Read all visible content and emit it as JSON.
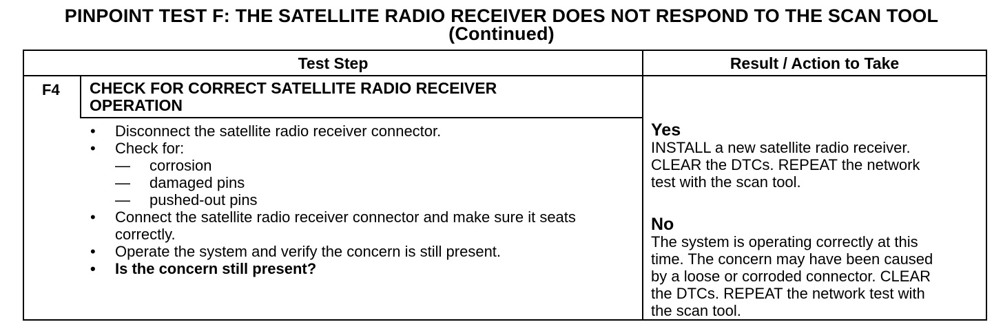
{
  "title": {
    "line1": "PINPOINT TEST  F: THE SATELLITE RADIO RECEIVER DOES NOT RESPOND TO THE SCAN TOOL",
    "line2": "(Continued)"
  },
  "table": {
    "headers": {
      "test_step": "Test Step",
      "result": "Result / Action to Take"
    },
    "step": {
      "id": "F4",
      "heading_line1": "CHECK FOR CORRECT SATELLITE RADIO RECEIVER",
      "heading_line2": "OPERATION",
      "bullet_char": "•",
      "dash_char": "—",
      "items": [
        {
          "text": "Disconnect the satellite radio receiver connector."
        },
        {
          "text": "Check for:",
          "sub": [
            "corrosion",
            "damaged pins",
            "pushed-out pins"
          ]
        },
        {
          "text": "Connect the satellite radio receiver connector and make sure it seats correctly."
        },
        {
          "text": "Operate the system and verify the concern is still present."
        },
        {
          "text": "Is the concern still present?",
          "bold": true
        }
      ]
    },
    "results": {
      "yes": {
        "label": "Yes",
        "line1": "INSTALL a new satellite radio receiver.",
        "line2": "CLEAR the DTCs. REPEAT the network",
        "line3": "test with the scan tool."
      },
      "no": {
        "label": "No",
        "line1": "The system is operating correctly at this",
        "line2": "time. The concern may have been caused",
        "line3": "by a loose or corroded connector. CLEAR",
        "line4": "the DTCs. REPEAT the network test with",
        "line5": "the scan tool."
      }
    }
  }
}
